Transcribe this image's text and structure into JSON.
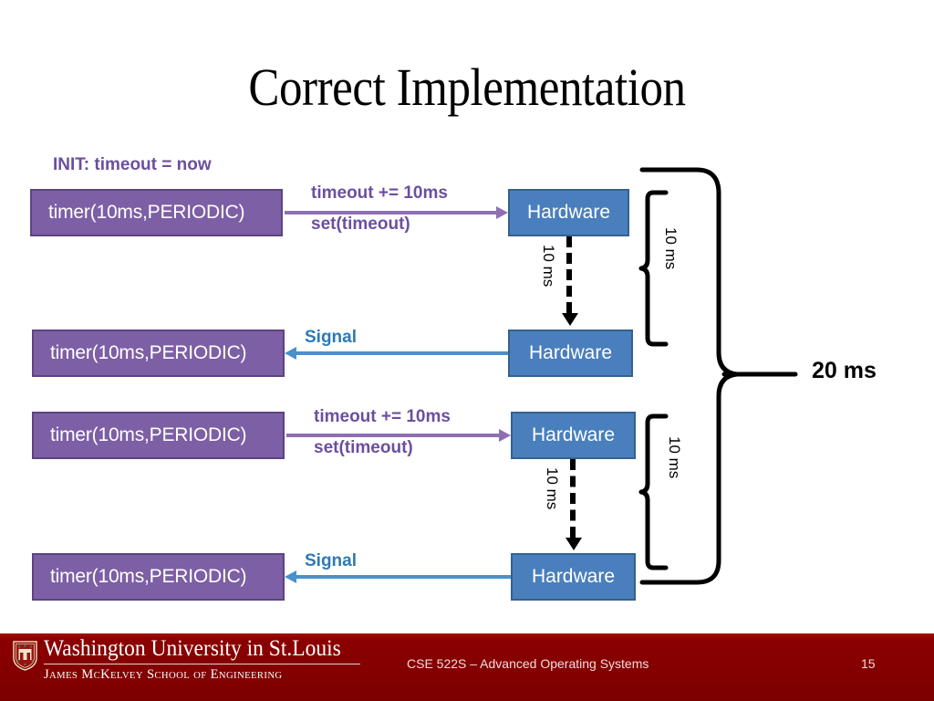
{
  "slide": {
    "title": "Correct Implementation",
    "page_number": "15",
    "course": "CSE 522S – Advanced Operating Systems"
  },
  "colors": {
    "process_fill": "#7d5fa5",
    "process_border": "#5c4480",
    "hardware_fill": "#4a7fbd",
    "hardware_border": "#35618f",
    "purple_text": "#6b4f9e",
    "blue_text": "#2e79b5",
    "footer_red": "#8b0000"
  },
  "diagram": {
    "init_label": "INIT: timeout = now",
    "rows": [
      {
        "process_label": "timer(10ms,PERIODIC)",
        "hardware_label": "Hardware"
      },
      {
        "process_label": "timer(10ms,PERIODIC)",
        "hardware_label": "Hardware"
      },
      {
        "process_label": "timer(10ms,PERIODIC)",
        "hardware_label": "Hardware"
      },
      {
        "process_label": "timer(10ms,PERIODIC)",
        "hardware_label": "Hardware"
      }
    ],
    "arrows": [
      {
        "name": "set-timeout-arrow-1",
        "direction": "right",
        "color": "purple",
        "label_line1": "timeout += 10ms",
        "label_line2": "set(timeout)"
      },
      {
        "name": "signal-arrow-1",
        "direction": "left",
        "color": "blue",
        "label_line1": "Signal"
      },
      {
        "name": "set-timeout-arrow-2",
        "direction": "right",
        "color": "purple",
        "label_line1": "timeout += 10ms",
        "label_line2": "set(timeout)"
      },
      {
        "name": "signal-arrow-2",
        "direction": "left",
        "color": "blue",
        "label_line1": "Signal"
      }
    ],
    "delays": {
      "hardware_delay_1": "10 ms",
      "hardware_delay_2": "10 ms",
      "brace_period_1": "10 ms",
      "brace_period_2": "10 ms",
      "brace_total": "20 ms"
    }
  },
  "footer": {
    "university": "Washington University in St.Louis",
    "school": "James McKelvey School of Engineering",
    "course": "CSE 522S – Advanced Operating Systems",
    "page": "15"
  }
}
